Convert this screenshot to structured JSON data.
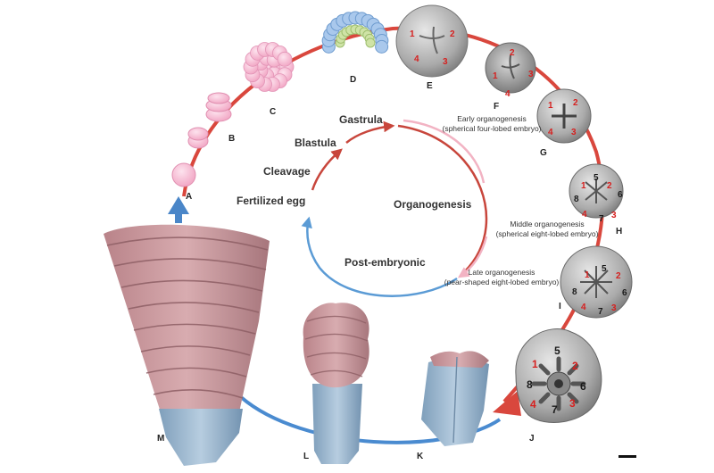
{
  "panel_letters": {
    "A": "A",
    "B": "B",
    "C": "C",
    "D": "D",
    "E": "E",
    "F": "F",
    "G": "G",
    "H": "H",
    "I": "I",
    "J": "J",
    "K": "K",
    "L": "L",
    "M": "M"
  },
  "cycle": {
    "fertilized_egg": "Fertilized egg",
    "cleavage": "Cleavage",
    "blastula": "Blastula",
    "gastrula": "Gastrula",
    "organogenesis": "Organogenesis",
    "post_embryonic": "Post-embryonic"
  },
  "annotations": {
    "early_line1": "Early organogenesis",
    "early_line2": "(spherical four-lobed embryo)",
    "middle_line1": "Middle organogenesis",
    "middle_line2": "(spherical eight-lobed embryo)",
    "late_line1": "Late organogenesis",
    "late_line2": "(pear-shaped eight-lobed embryo)"
  },
  "lobe_numbers": {
    "n1": "1",
    "n2": "2",
    "n3": "3",
    "n4": "4",
    "n5": "5",
    "n6": "6",
    "n7": "7",
    "n8": "8"
  },
  "colors": {
    "outer_arc": "#d9473d",
    "return_arc": "#4a8bd0",
    "arrow_A": "#4a86c8",
    "inner_red": "#c8463c",
    "inner_pink": "#f2b3c3",
    "inner_blue": "#5b9bd5",
    "egg_pink": "#f6b6cf",
    "coral_pink": "#c99a9f",
    "coral_blue": "#9ab6cf",
    "sem_gray": "#b7b7b7",
    "red_number": "#d6201f",
    "black_number": "#1a1a1a"
  }
}
